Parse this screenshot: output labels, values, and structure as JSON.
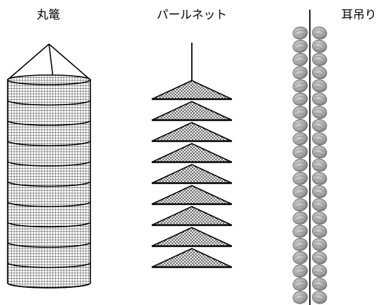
{
  "labels": {
    "marukago": "丸篭",
    "pearl_net": "パールネット",
    "mimizuri": "耳吊り"
  },
  "colors": {
    "line": "#000000",
    "mesh": "#000000",
    "shell_fill": "#a8a8a8",
    "shell_edge": "#6a6a6a",
    "background": "#ffffff"
  },
  "counts": {
    "marukago_tiers": 10,
    "pearl_net_tiers": 9,
    "mimizuri_shell_pairs": 21
  }
}
